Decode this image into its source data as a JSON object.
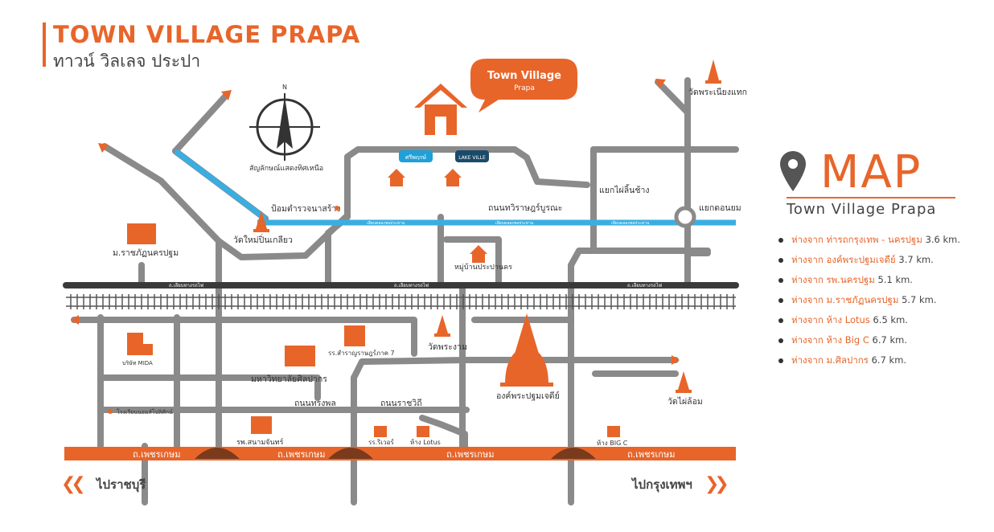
{
  "header": {
    "title_en": "TOWN VILLAGE PRAPA",
    "title_th": "ทาวน์ วิลเลจ ประปา"
  },
  "logo_bubble": {
    "line1": "Town Village",
    "line2": "Prapa"
  },
  "compass": {
    "north": "N",
    "label": "สัญลักษณ์แสดงทิศเหนือ"
  },
  "legend": {
    "big_word": "MAP",
    "subtitle": "Town Village Prapa",
    "items": [
      {
        "label": "ห่างจาก ท่ารถกรุงเทพ - นครปฐม",
        "value": "3.6 km."
      },
      {
        "label": "ห่างจาก องค์พระปฐมเจดีย์",
        "value": "3.7 km."
      },
      {
        "label": "ห่างจาก รพ.นครปฐม",
        "value": "5.1 km."
      },
      {
        "label": "ห่างจาก ม.ราชภัฏนครปฐม",
        "value": "5.7 km."
      },
      {
        "label": "ห่างจาก ห้าง Lotus",
        "value": "6.5 km."
      },
      {
        "label": "ห่างจาก ห้าง Big C",
        "value": "6.7 km."
      },
      {
        "label": "ห่างจาก ม.ศิลปากร",
        "value": "6.7 km."
      }
    ]
  },
  "places": {
    "wat_phraniang": "วัดพระเนียงแทก",
    "yaek_lin_chang": "แยกไผ่ลิ้นช้าง",
    "yaek_don_yom": "แยกดอนยม",
    "thanon_thawiwat": "ถนนทวิราษฎร์บูรณะ",
    "pom_tamruat": "ป้อมตำรวจนาสร้าง",
    "wat_mai": "วัดใหม่ปิ่นเกลียว",
    "rajabhat": "ม.ราชภัฏนครปฐม",
    "moo_ban": "หมู่บ้านประปานคร",
    "mida": "บริษัท MIDA",
    "silpakorn": "มหาวิทยาลัยศิลปากร",
    "wat_phra_ngam": "วัดพระงาม",
    "school7": "รร.สำราญราษฎร์ภาค 7",
    "phra_pathom": "องค์พระปฐมเจดีย์",
    "wat_rai_khing": "วัดไผ่ล้อม",
    "thanon_song_phon": "ถนนทรงพล",
    "thanon_ratchawithi": "ถนนราชวิถี",
    "school_left": "โรงเรียนนอมส์โปลิศักน์",
    "hospital": "รพ.สนามจันทร์",
    "riverside": "รร.ริเวอร์",
    "lotus": "ห้าง Lotus",
    "bigc": "ห้าง BIG C",
    "tiny1": "ศรีพฤกษ์",
    "tiny2": "LAKE VILLE",
    "rail_label": "ถ.เลียบทางรถไฟ",
    "canal_label": "เลียบคลองชลประทาน"
  },
  "highway": {
    "label": "ถ.เพชรเกษม"
  },
  "navigation": {
    "left": "ไปราชบุรี",
    "right": "ไปกรุงเทพฯ"
  },
  "colors": {
    "accent": "#e8652a",
    "road": "#8a8a8a",
    "canal": "#3aaee0",
    "rail": "#3a3a3a"
  }
}
